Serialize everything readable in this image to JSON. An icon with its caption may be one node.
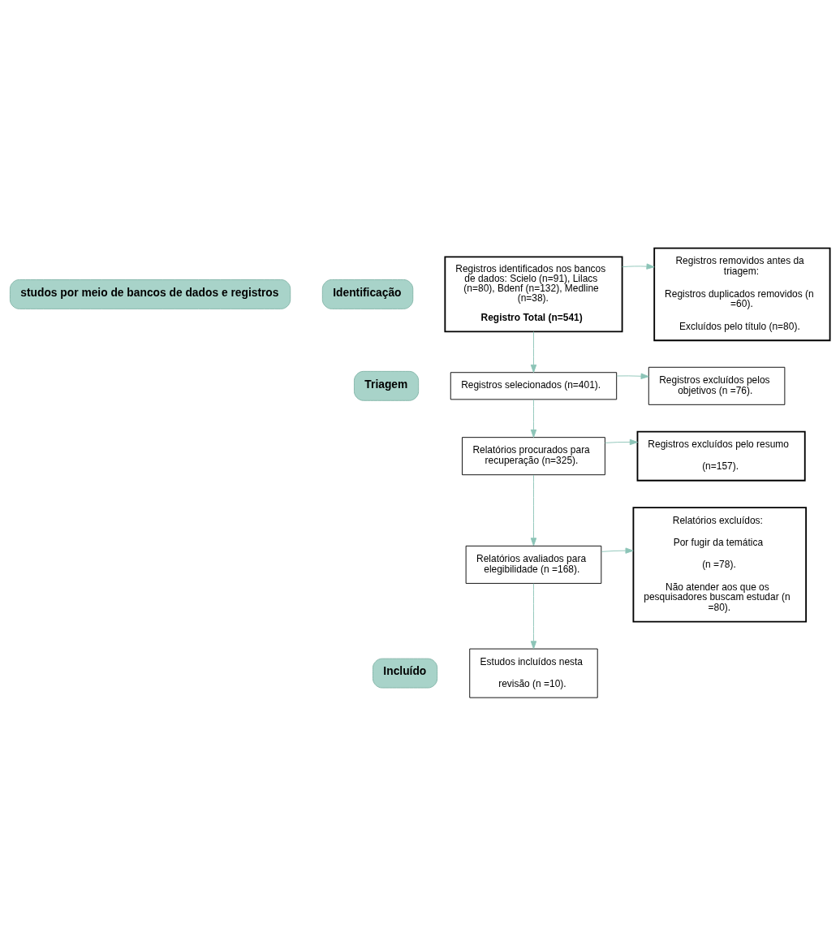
{
  "diagram": {
    "nodes": [
      {
        "text": [
          "studos por meio de bancos de dados e registros"
        ]
      },
      {
        "text": [
          "Identificação"
        ]
      },
      {
        "text": [
          "Triagem"
        ]
      },
      {
        "text": [
          "Incluído"
        ]
      },
      {
        "text": [
          "Registros identificados nos bancos de dados: Scielo (n=91), Lilacs (n=80), Bdenf (n=132), Medline (n=38).",
          "Registro Total (n=541)"
        ]
      },
      {
        "text": [
          "Registros removidos antes da triagem:",
          "Registros duplicados removidos (n =60).",
          "Excluídos pelo título (n=80)."
        ]
      },
      {
        "text": [
          "Registros selecionados (n=401)."
        ]
      },
      {
        "text": [
          "Registros excluídos pelos objetivos (n =76)."
        ]
      },
      {
        "text": [
          "Relatórios procurados para recuperação (n=325)."
        ]
      },
      {
        "text": [
          "Registros excluídos pelo resumo",
          "(n=157)."
        ]
      },
      {
        "text": [
          "Relatórios avaliados para elegibilidade (n =168)."
        ]
      },
      {
        "text": [
          "Relatórios excluídos:",
          "Por fugir da temática",
          "(n =78).",
          "Não atender aos que os pesquisadores buscam estudar (n =80)."
        ]
      },
      {
        "text": [
          "Estudos incluídos nesta",
          "revisão (n =10)."
        ]
      }
    ],
    "edges": [
      {
        "from": 4,
        "to": 5,
        "arrow": "to"
      },
      {
        "from": 4,
        "to": 6,
        "arrow": "to"
      },
      {
        "from": 6,
        "to": 7,
        "arrow": "to"
      },
      {
        "from": 6,
        "to": 8,
        "arrow": "to"
      },
      {
        "from": 8,
        "to": 9,
        "arrow": "to"
      },
      {
        "from": 8,
        "to": 10,
        "arrow": "to"
      },
      {
        "from": 10,
        "to": 11,
        "arrow": "to"
      },
      {
        "from": 10,
        "to": 12,
        "arrow": "to"
      }
    ]
  }
}
